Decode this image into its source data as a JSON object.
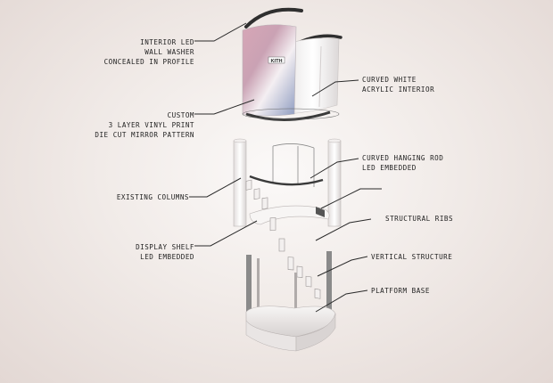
{
  "labels": {
    "interior_led": [
      "INTERIOR LED",
      "WALL WASHER",
      "CONCEALED IN PROFILE"
    ],
    "custom_print": [
      "CUSTOM",
      "3 LAYER VINYL PRINT",
      "DIE CUT MIRROR PATTERN"
    ],
    "existing_columns": [
      "EXISTING COLUMNS"
    ],
    "display_shelf": [
      "DISPLAY SHELF",
      "LED EMBEDDED"
    ],
    "acrylic_interior": [
      "CURVED WHITE",
      "ACRYLIC INTERIOR"
    ],
    "hanging_rod": [
      "CURVED HANGING ROD",
      "LED EMBEDDED"
    ],
    "structural_ribs": [
      "STRUCTURAL RIBS"
    ],
    "vertical_structure": [
      "VERTICAL STRUCTURE"
    ],
    "platform_base": [
      "PLATFORM BASE"
    ]
  },
  "brand": "KITH",
  "colors": {
    "leader": "#2a2a2a",
    "print_pink": "#c98aa0",
    "print_blue": "#8a96b8",
    "panel_white": "#f6f4f3",
    "structure_gray": "#8a8a8a"
  }
}
